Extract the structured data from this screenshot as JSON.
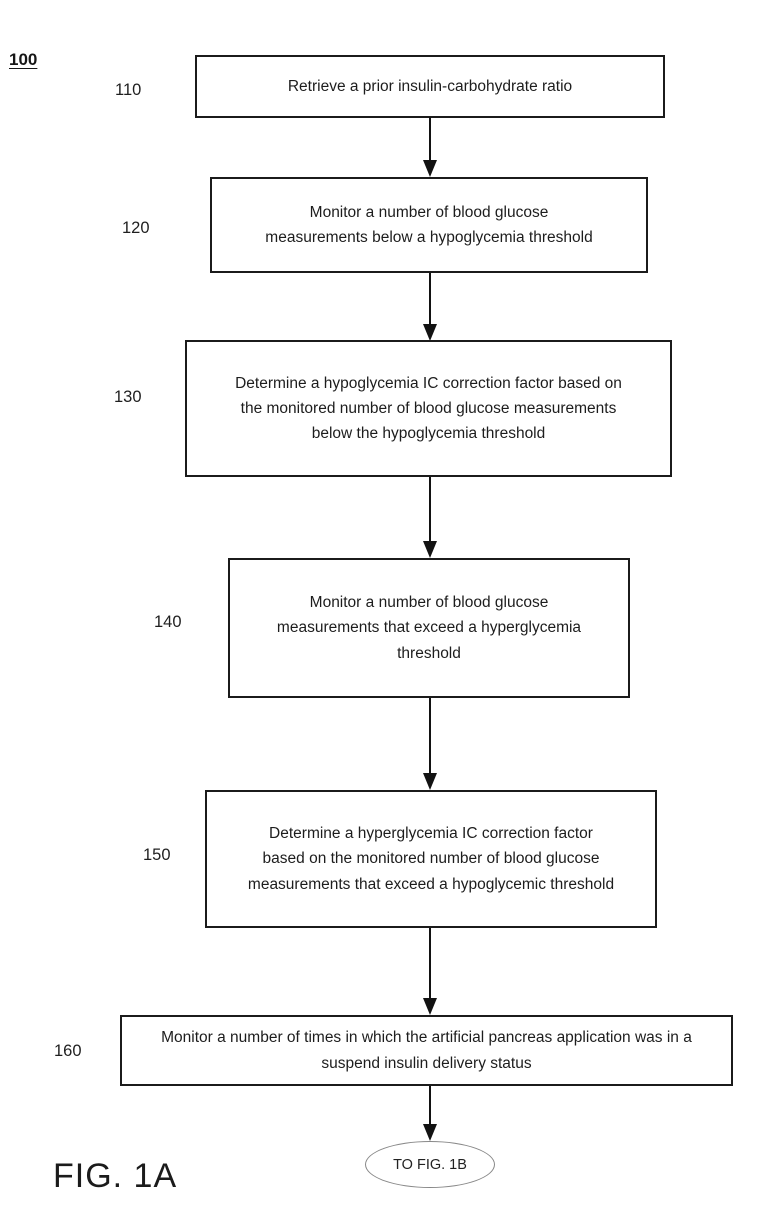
{
  "figure": {
    "diagram_label": "100",
    "figure_caption": "FIG. 1A",
    "connector_label": "TO FIG. 1B"
  },
  "steps": [
    {
      "ref": "110",
      "text": "Retrieve a prior insulin-carbohydrate ratio"
    },
    {
      "ref": "120",
      "text": "Monitor a number of blood glucose measurements  below a hypoglycemia threshold"
    },
    {
      "ref": "130",
      "text": "Determine a hypoglycemia IC correction factor based on the monitored number of blood glucose measurements below the hypoglycemia threshold"
    },
    {
      "ref": "140",
      "text": "Monitor a number of blood glucose measurements that exceed a hyperglycemia threshold"
    },
    {
      "ref": "150",
      "text": "Determine a hyperglycemia IC correction factor based on the monitored number of blood glucose measurements that exceed a hypoglycemic threshold"
    },
    {
      "ref": "160",
      "text": "Monitor a number of times in which the artificial pancreas application was in a suspend insulin delivery status"
    }
  ]
}
